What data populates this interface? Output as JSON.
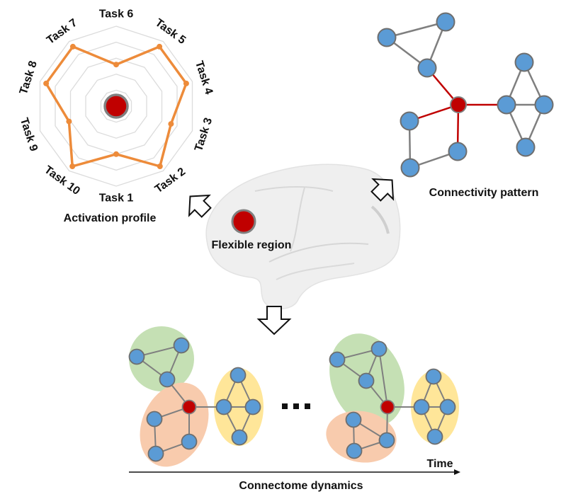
{
  "colors": {
    "node_blue": "#5b9bd5",
    "node_stroke": "#6e6e6e",
    "hub_red": "#c00000",
    "hub_stroke": "#808080",
    "edge_gray": "#7f7f7f",
    "edge_red": "#c00000",
    "radar_line": "#ed8b3a",
    "grid": "#dcdcdc",
    "module_green": "#c5e0b4",
    "module_orange": "#f8cbad",
    "module_yellow": "#ffe699",
    "brain": "#efefef"
  },
  "labels": {
    "activation_profile": "Activation profile",
    "connectivity_pattern": "Connectivity pattern",
    "flexible_region": "Flexible region",
    "time": "Time",
    "connectome_dynamics": "Connectome dynamics",
    "ellipsis": "..."
  },
  "chart_data": {
    "type": "radar",
    "title": "Activation profile",
    "axes": [
      "Task 6",
      "Task 5",
      "Task 4",
      "Task 3",
      "Task 2",
      "Task 1",
      "Task 10",
      "Task 9",
      "Task 8",
      "Task 7"
    ],
    "values": [
      0.52,
      0.92,
      0.92,
      0.72,
      0.93,
      0.6,
      0.93,
      0.62,
      0.92,
      0.92
    ],
    "range": [
      0,
      1
    ],
    "grid_rings": 5,
    "grid": true
  },
  "connectivity_pattern": {
    "hub": "flexible-region",
    "modules": [
      {
        "name": "top",
        "nodes": 3,
        "edges": [
          [
            0,
            1
          ],
          [
            1,
            2
          ],
          [
            2,
            0
          ]
        ]
      },
      {
        "name": "right",
        "nodes": 4,
        "edges": [
          [
            0,
            1
          ],
          [
            0,
            2
          ],
          [
            1,
            2
          ],
          [
            1,
            3
          ],
          [
            2,
            3
          ]
        ]
      },
      {
        "name": "lower-left",
        "nodes": 3,
        "edges": [
          [
            0,
            2
          ],
          [
            2,
            1
          ]
        ]
      }
    ]
  }
}
